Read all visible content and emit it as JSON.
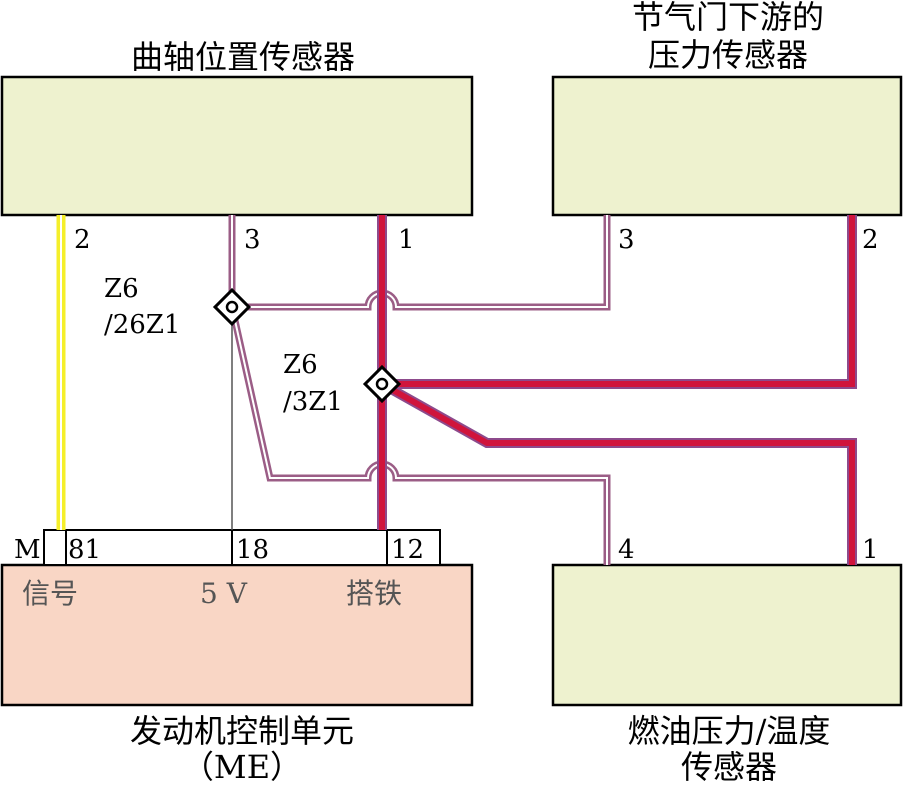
{
  "crank_sensor": {
    "title": "曲轴位置传感器"
  },
  "throttle_sensor": {
    "title_line1": "节气门下游的",
    "title_line2": "压力传感器"
  },
  "fuel_sensor": {
    "title_line1": "燃油压力/温度",
    "title_line2": "传感器"
  },
  "ecu": {
    "title_line1": "发动机控制单元",
    "title_line2": "（ME）",
    "signal": "信号",
    "v5": "5 V",
    "ground": "搭铁"
  },
  "connector": {
    "label": "M",
    "pins": [
      "81",
      "18",
      "12"
    ]
  },
  "pins": {
    "crank_2": "2",
    "crank_3": "3",
    "crank_1": "1",
    "throttle_3": "3",
    "throttle_2": "2",
    "fuel_4": "4",
    "fuel_1": "1"
  },
  "junctions": {
    "z26_line1": "Z6",
    "z26_line2": "/26Z1",
    "z3_line1": "Z6",
    "z3_line2": "/3Z1"
  },
  "colors": {
    "box_fill": "#eef2cf",
    "ecu_fill": "#f9d6c5",
    "wire_signal": "#f5ef2a",
    "wire_5v": "#9b5d86",
    "wire_ground": "#d0143c",
    "wire_ground_edge": "#8d4a8c"
  }
}
